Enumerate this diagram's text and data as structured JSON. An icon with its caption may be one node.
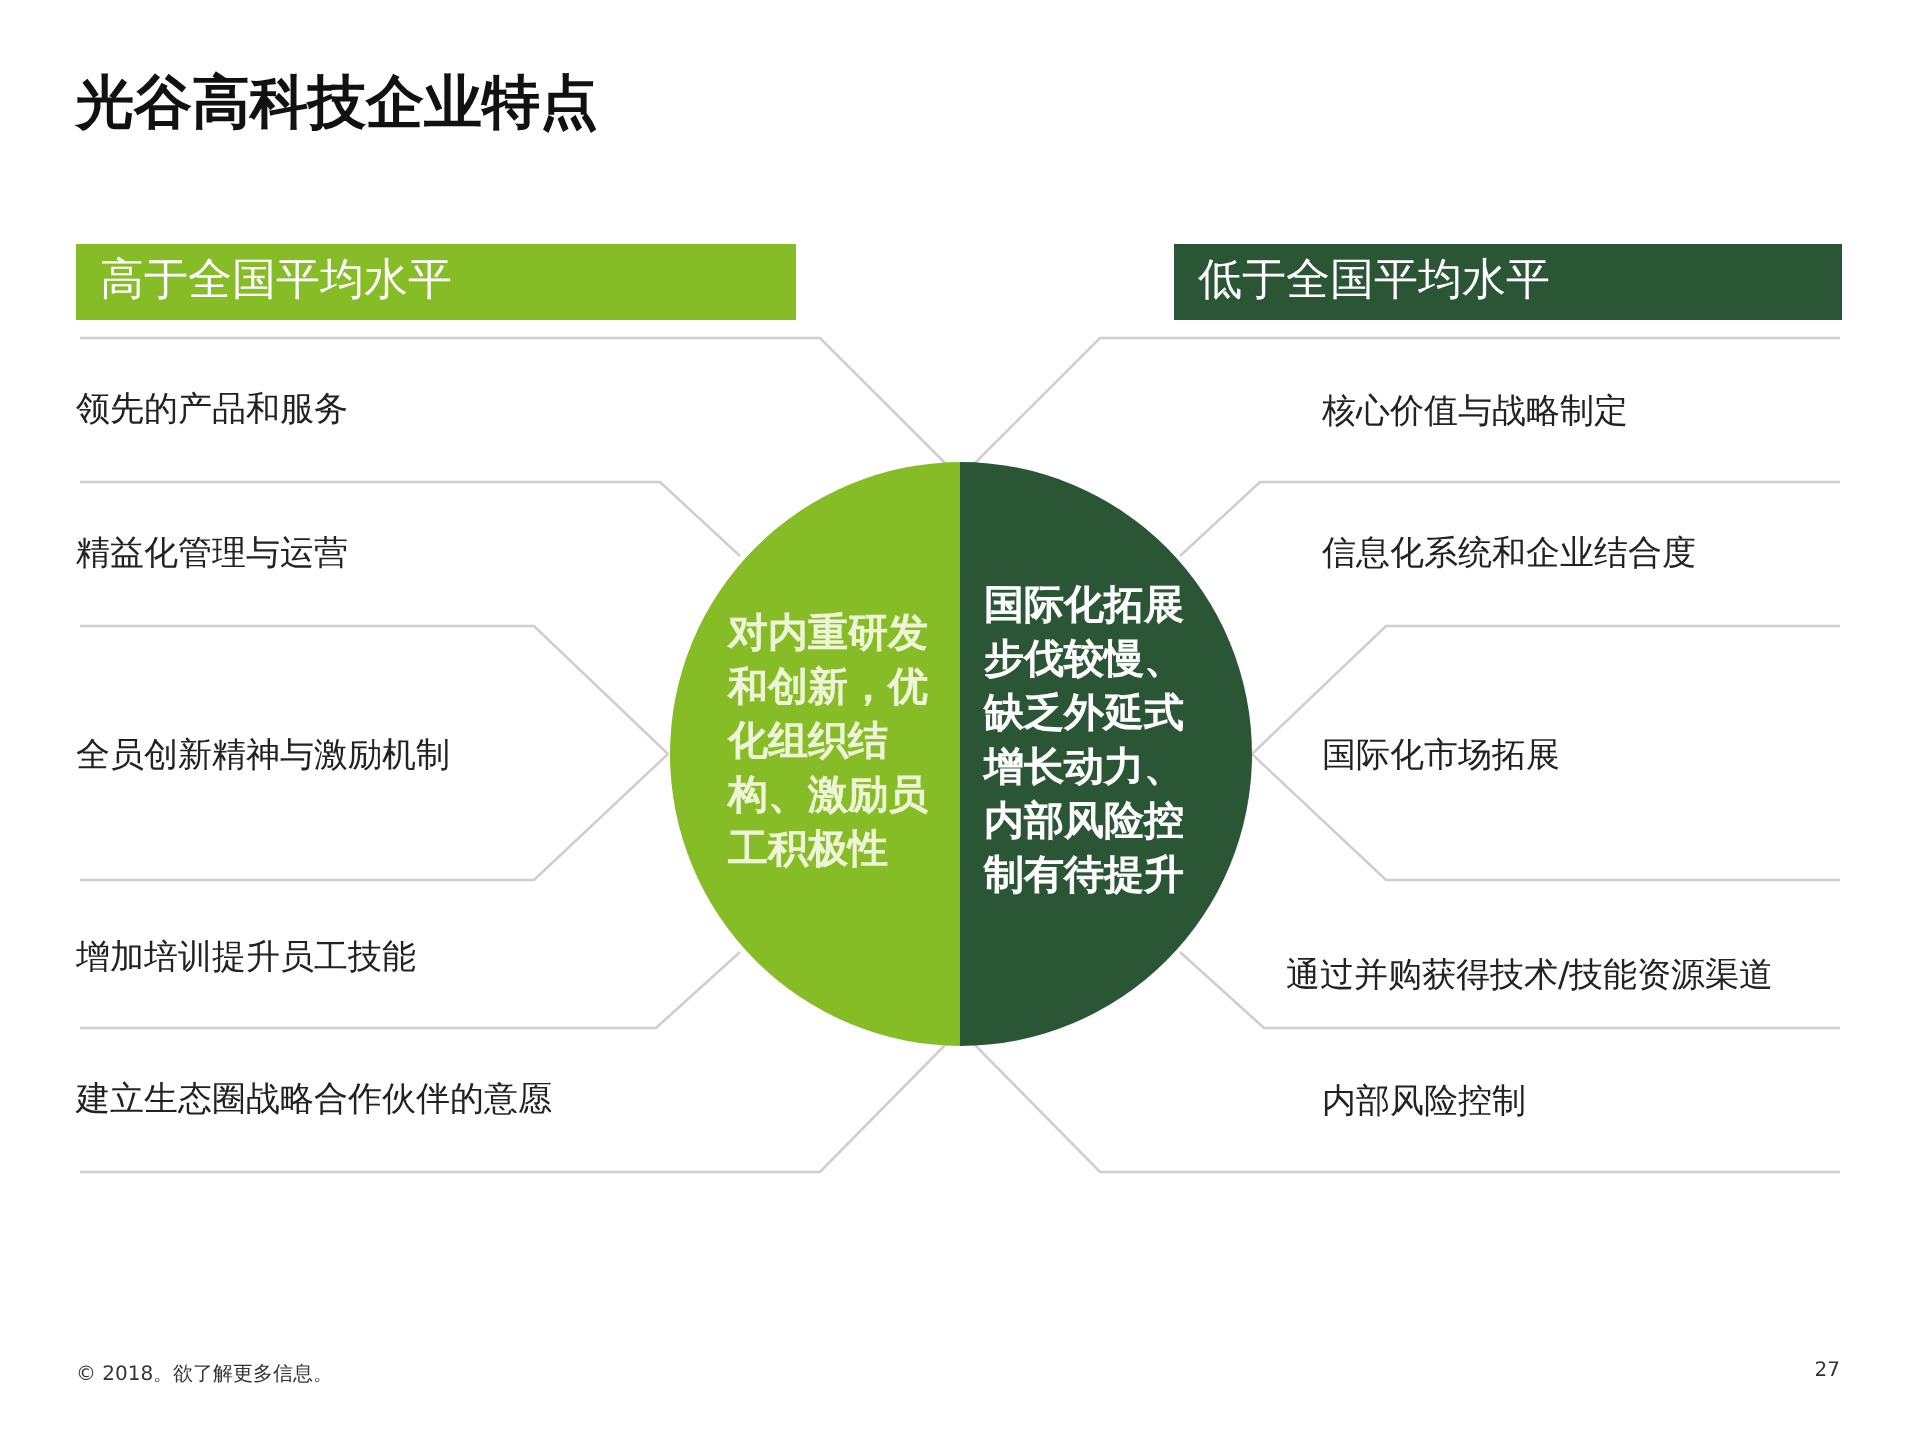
{
  "diagram": {
    "title": "光谷高科技企业特点",
    "nodes": [
      {
        "text": [
          "高于全国平均水平"
        ]
      },
      {
        "text": [
          "低于全国平均水平"
        ]
      },
      {
        "text": [
          "领先的产品和服务"
        ]
      },
      {
        "text": [
          "精益化管理与运营"
        ]
      },
      {
        "text": [
          "对内重研发和创新，优化组织结构、激励员工积极性"
        ]
      },
      {
        "text": [
          "国际化拓展步伐较慢、缺乏外延式增长动力、内部风险控制有待提升"
        ]
      },
      {
        "text": [
          "全员创新精神与激励机制"
        ]
      },
      {
        "text": [
          "增加培训提升员工技能"
        ]
      },
      {
        "text": [
          "建立生态圈战略合作伙伴的意愿"
        ]
      },
      {
        "text": [
          "核心价值与战略制定"
        ]
      },
      {
        "text": [
          "信息化系统和企业结合度"
        ]
      },
      {
        "text": [
          "国际化市场拓展"
        ]
      },
      {
        "text": [
          "通过并购获得技术/技能资源渠道"
        ]
      },
      {
        "text": [
          "内部风险控制"
        ]
      }
    ],
    "labels": [
      "© 2018。欲了解更多信息。",
      "27"
    ]
  }
}
